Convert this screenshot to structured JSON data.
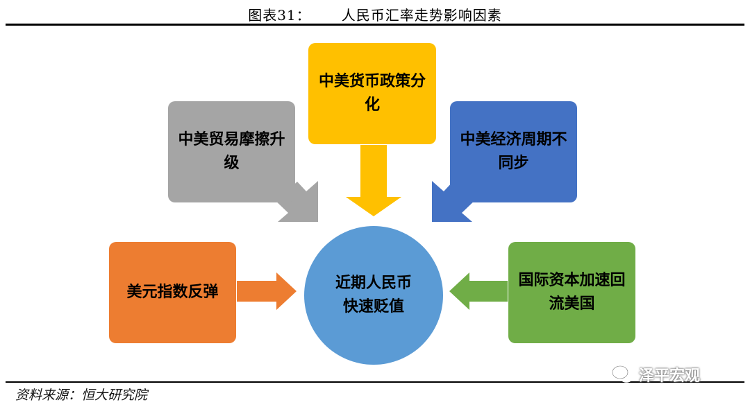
{
  "figure_title": "图表31：      人民币汇率走势影响因素",
  "center": {
    "label": "近期人民币快速贬值",
    "color": "#5b9bd5"
  },
  "factors": [
    {
      "id": "policy",
      "label": "中美货币政策分化",
      "color": "#ffc000"
    },
    {
      "id": "trade",
      "label": "中美贸易摩擦升级",
      "color": "#a5a5a5"
    },
    {
      "id": "cycle",
      "label": "中美经济周期不同步",
      "color": "#4472c4"
    },
    {
      "id": "dollar",
      "label": "美元指数反弹",
      "color": "#ed7d31"
    },
    {
      "id": "capital",
      "label": "国际资本加速回流美国",
      "color": "#70ad47"
    }
  ],
  "source": "资料来源：恒大研究院",
  "watermark": {
    "text": "泽平宏观",
    "icon": "wechat-icon"
  }
}
